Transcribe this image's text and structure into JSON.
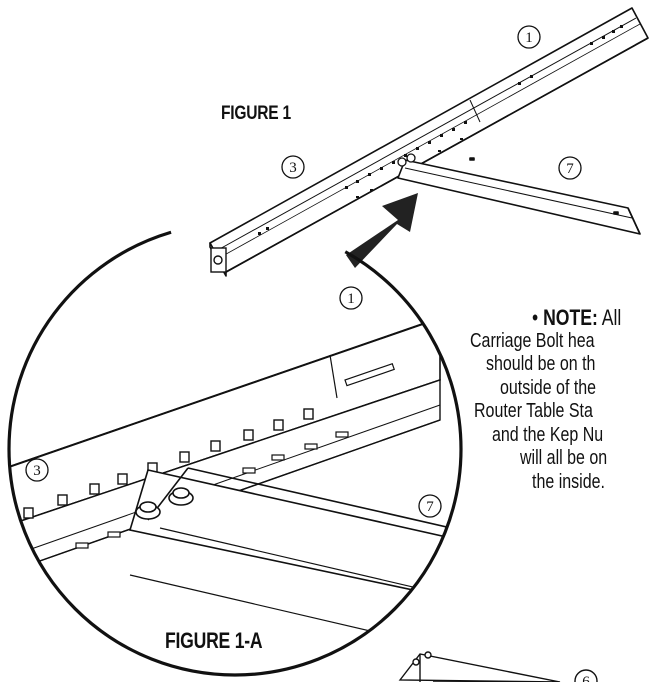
{
  "figure1": {
    "title": "FIGURE 1",
    "callouts": [
      "1",
      "3",
      "7"
    ]
  },
  "figure1a": {
    "title": "FIGURE 1-A",
    "callouts": [
      "1",
      "3",
      "7"
    ]
  },
  "bottom_callout": "6",
  "note": {
    "bullet": "•",
    "label": "NOTE:",
    "lines": [
      "All",
      "Carriage Bolt hea",
      "should be on th",
      "outside of the",
      "Router Table Sta",
      "and the Kep Nu",
      "will all be on",
      "the inside."
    ]
  },
  "colors": {
    "line": "#111111",
    "arrow": "#222222",
    "paper": "#ffffff"
  }
}
